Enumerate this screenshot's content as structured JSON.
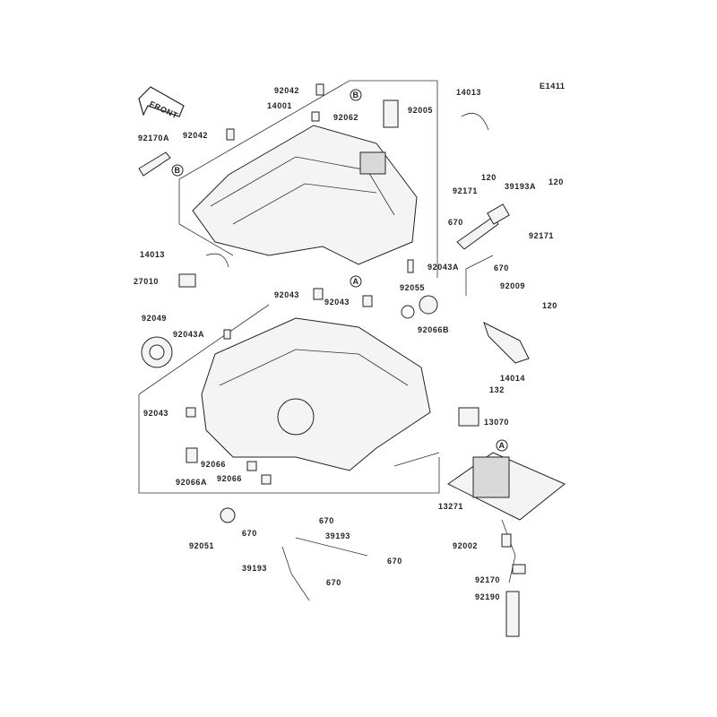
{
  "diagram": {
    "code": "E1411",
    "front_label": "FRONT",
    "refs": [
      "B",
      "B",
      "A",
      "A"
    ],
    "labels": [
      "14013",
      "92042",
      "14001",
      "92062",
      "92005",
      "92042",
      "92170A",
      "120",
      "39193A",
      "120",
      "92171",
      "670",
      "92171",
      "670",
      "92043A",
      "14013",
      "27010",
      "92055",
      "92009",
      "120",
      "92043",
      "92043",
      "92049",
      "92043A",
      "92066B",
      "14014",
      "132",
      "92043",
      "13070",
      "92066",
      "92066A",
      "92066",
      "13271",
      "670",
      "92051",
      "670",
      "39193",
      "92002",
      "670",
      "39193",
      "670",
      "92170",
      "92190"
    ]
  }
}
